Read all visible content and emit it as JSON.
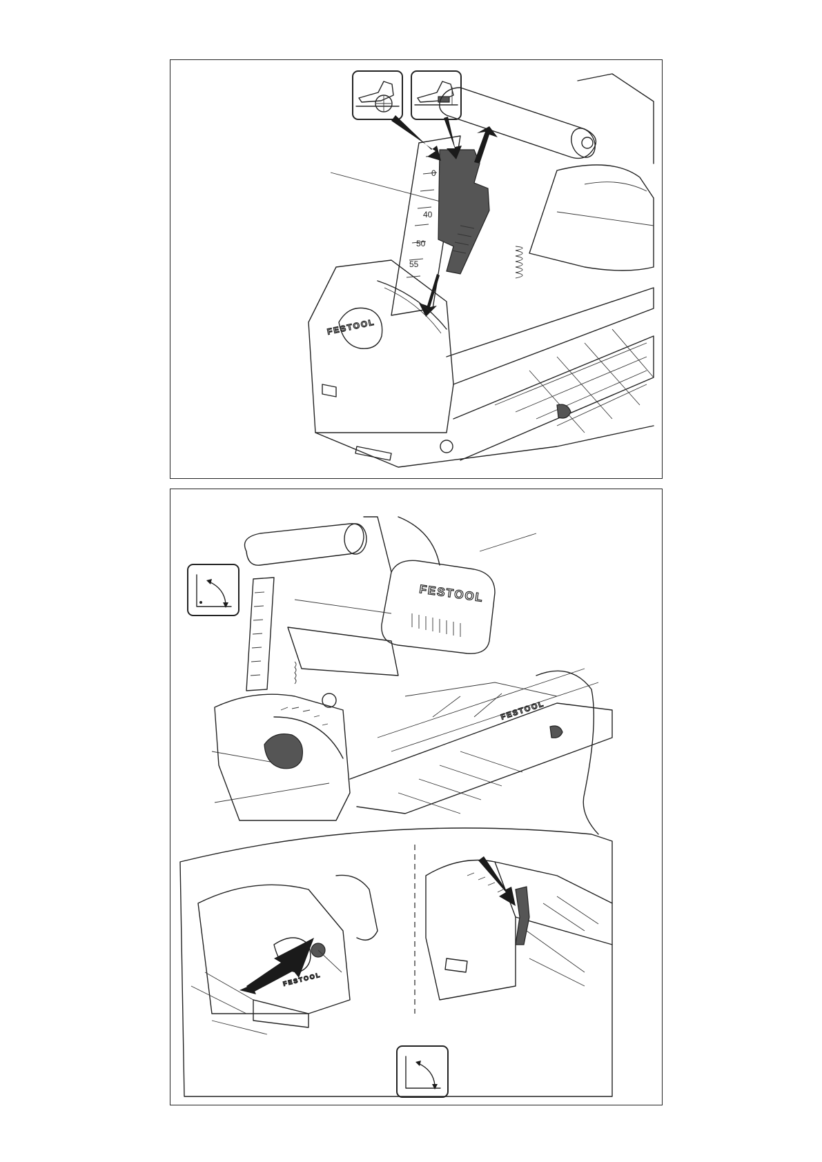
{
  "figures": [
    {
      "id": "top",
      "brand_marks": [
        "FESTOOL"
      ],
      "scale_ticks": [
        "0",
        "40",
        "50",
        "55"
      ]
    },
    {
      "id": "bottom",
      "brand_marks": [
        "FESTOOL",
        "FESTOOL",
        "FESTOOL"
      ]
    }
  ],
  "colors": {
    "line": "#222222",
    "shade": "#555555",
    "paper": "#ffffff"
  },
  "icons": [
    "cut-depth-splinter-guard-icon",
    "cut-depth-plunge-icon",
    "bevel-angle-icon",
    "bevel-angle-icon-2"
  ]
}
